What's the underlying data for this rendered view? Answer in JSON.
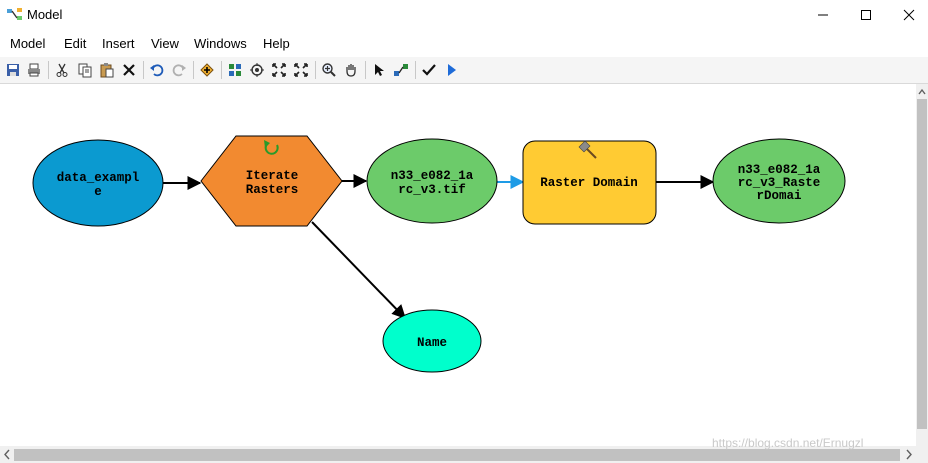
{
  "window": {
    "title": "Model"
  },
  "menu": [
    "Model",
    "Edit",
    "Insert",
    "View",
    "Windows",
    "Help"
  ],
  "toolbar": [
    "save-icon",
    "print-icon",
    "cut-icon",
    "copy-icon",
    "paste-icon",
    "delete-icon",
    "undo-icon",
    "redo-icon",
    "add-data-icon",
    "auto-layout-icon",
    "full-extent-icon",
    "fit-icon",
    "zoom-full-icon",
    "zoom-in-icon",
    "pan-icon",
    "select-icon",
    "connect-icon",
    "validate-icon",
    "run-icon"
  ],
  "nodes": {
    "data_example": [
      "data_exampl",
      "e"
    ],
    "iterate": [
      "Iterate",
      "Rasters"
    ],
    "raster_file": [
      "n33_e082_1a",
      "rc_v3.tif"
    ],
    "raster_domain": [
      "Raster Domain"
    ],
    "output": [
      "n33_e082_1a",
      "rc_v3_Raste",
      "rDomai"
    ],
    "name": [
      "Name"
    ]
  },
  "colors": {
    "input": "#0b9ad0",
    "iterator": "#f28a30",
    "derived": "#6ccb6a",
    "tool": "#ffcb33",
    "name_var": "#00ffcc",
    "connector": "#000000",
    "precondition": "#1e9be6"
  },
  "watermark": "https://blog.csdn.net/Ernugzl"
}
